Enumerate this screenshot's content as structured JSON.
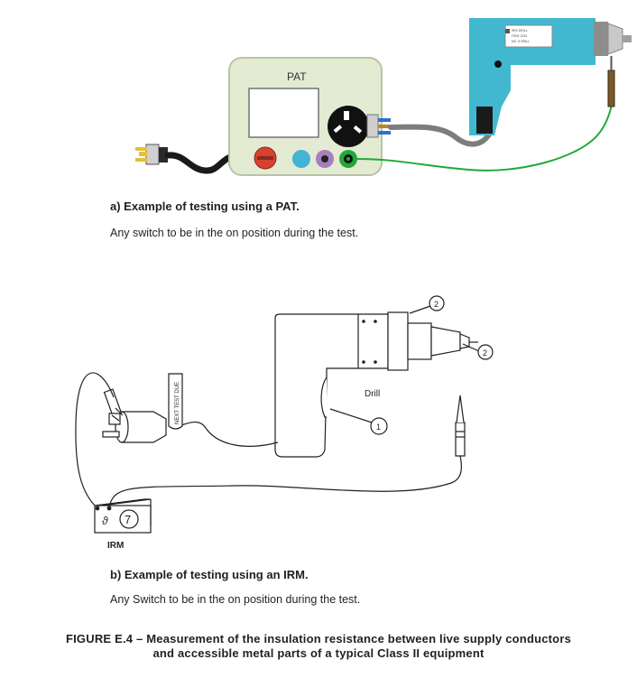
{
  "panel_a": {
    "device_label": "PAT",
    "drill_plate": [
      "IRIS DRILL",
      "ITEM 1234",
      "NO. 5 DRILL"
    ],
    "caption": "a) Example of testing using a PAT.",
    "note": "Any switch to be in the on position during the test."
  },
  "panel_b": {
    "tag_text": "NEXT TEST DUE",
    "drill_label": "Drill",
    "callouts": [
      "1",
      "2",
      "2"
    ],
    "irm_label": "IRM",
    "irm_dial": "7",
    "caption": "b) Example of testing using an IRM.",
    "note": "Any Switch to be in the on position during the test."
  },
  "figure": {
    "title_line1": "FIGURE E.4 – Measurement of the insulation resistance between live supply conductors",
    "title_line2": "and accessible metal parts of a typical Class II equipment"
  },
  "colors": {
    "pat_body": "#e3ebd2",
    "drill_body": "#41b8cf",
    "lead_green": "#1eaa3a",
    "button_red": "#d8402f",
    "button_blue": "#43b3d6",
    "button_purple": "#a87fbd",
    "socket_black": "#111111"
  }
}
